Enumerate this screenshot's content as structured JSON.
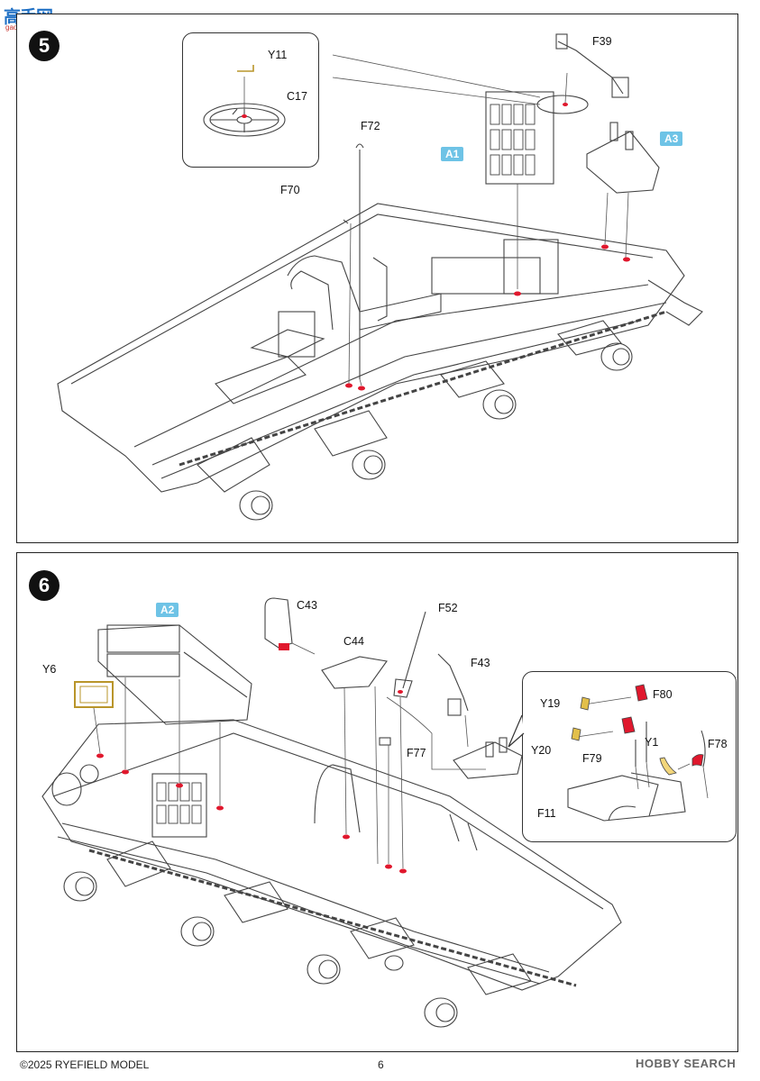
{
  "watermark": {
    "logo": "高手网",
    "sub": "gao-shou.com",
    "right": "HOBBY SEARCH"
  },
  "step5": {
    "number": "5",
    "labels": {
      "y11": "Y11",
      "c17": "C17",
      "f39": "F39",
      "f72": "F72",
      "f70": "F70"
    },
    "tags": {
      "a1": "A1",
      "a3": "A3"
    }
  },
  "step6": {
    "number": "6",
    "labels": {
      "c43": "C43",
      "c44": "C44",
      "f52": "F52",
      "f43": "F43",
      "y6": "Y6",
      "f77": "F77",
      "y19": "Y19",
      "f80": "F80",
      "y20": "Y20",
      "f79": "F79",
      "y1": "Y1",
      "f78": "F78",
      "f11": "F11"
    },
    "tags": {
      "a2": "A2"
    }
  },
  "footer": {
    "copyright": "©2025 RYEFIELD MODEL",
    "page": "6"
  },
  "colors": {
    "glue_red": "#e0182d",
    "photo_etch_yellow": "#f3d67a",
    "part_tag_blue": "#6ec3e6"
  }
}
